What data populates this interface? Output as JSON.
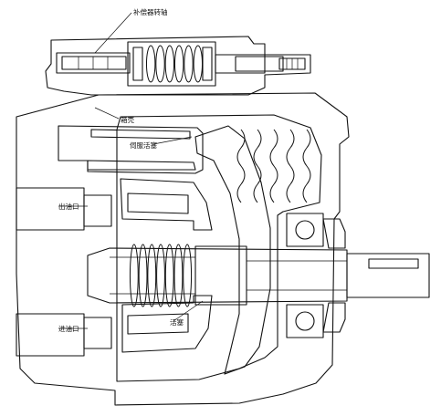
{
  "labels": {
    "compensator_spool": "补偿器转轴",
    "housing": "箱壳",
    "servo_piston": "伺服活塞",
    "outlet_port": "出油口",
    "inlet_port": "进油口",
    "piston": "活塞"
  }
}
